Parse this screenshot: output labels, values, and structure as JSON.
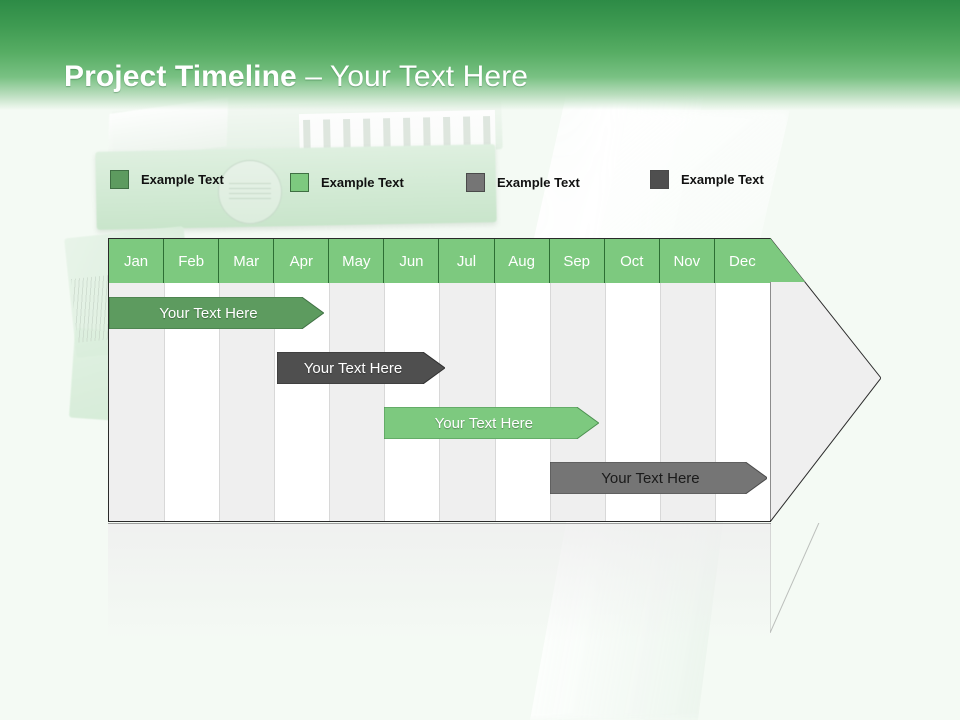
{
  "slide": {
    "title_strong": "Project Timeline",
    "title_rest": " – Your Text Here",
    "background_color": "#f4faf4",
    "header_top_color": "#2d8b46",
    "header_bottom_color": "#b9ddbd"
  },
  "legend": {
    "items": [
      {
        "label": "Example Text",
        "color": "#5d9b5f",
        "swatch_name": "legend-swatch-dark-green"
      },
      {
        "label": "Example Text",
        "color": "#7dc97f",
        "swatch_name": "legend-swatch-light-green"
      },
      {
        "label": "Example Text",
        "color": "#757575",
        "swatch_name": "legend-swatch-medium-gray"
      },
      {
        "label": "Example Text",
        "color": "#4f4f4f",
        "swatch_name": "legend-swatch-dark-gray"
      }
    ]
  },
  "chart_data": {
    "type": "bar",
    "title": "Project Timeline – Your Text Here",
    "xlabel": "",
    "ylabel": "",
    "categories": [
      "Jan",
      "Feb",
      "Mar",
      "Apr",
      "May",
      "Jun",
      "Jul",
      "Aug",
      "Sep",
      "Oct",
      "Nov",
      "Dec"
    ],
    "header_fill": "#7dc97f",
    "header_text_color": "#ffffff",
    "column_fill_odd": "#efefef",
    "column_fill_even": "#ffffff",
    "grid": true,
    "legend_position": "top",
    "tasks": [
      {
        "label": "Your  Text Here",
        "start_month": "Jan",
        "end_month": "Apr",
        "start_index": 0,
        "end_index": 3.9,
        "color": "#5d9b5f",
        "border_color": "#3f6f43",
        "text_color": "#ffffff",
        "row": 1
      },
      {
        "label": "Your  Text Here",
        "start_month": "Apr",
        "end_month": "Jul",
        "start_index": 3.05,
        "end_index": 6.1,
        "color": "#4f4f4f",
        "border_color": "#303030",
        "text_color": "#ffffff",
        "row": 2
      },
      {
        "label": "Your  Text Here",
        "start_month": "Jun",
        "end_month": "Sep",
        "start_index": 5.0,
        "end_index": 8.9,
        "color": "#7dc97f",
        "border_color": "#4c8f50",
        "text_color": "#ffffff",
        "row": 3
      },
      {
        "label": "Your  Text Here",
        "start_month": "Sep",
        "end_month": "Dec",
        "start_index": 8.0,
        "end_index": 11.95,
        "color": "#757575",
        "border_color": "#4a4a4a",
        "text_color": "#1a1a1a",
        "row": 4
      }
    ],
    "arrow_tip": {
      "header_fill": "#7dc97f",
      "body_fill": "#efefef",
      "outline": "#2a2a2a"
    }
  }
}
